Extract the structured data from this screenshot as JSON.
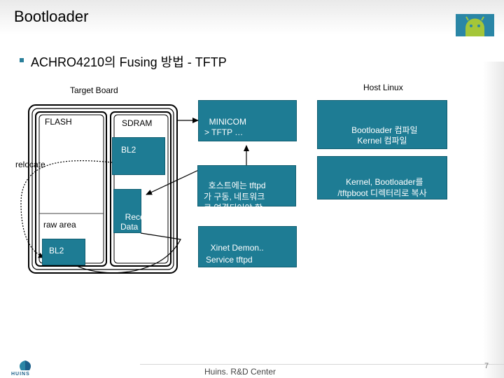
{
  "slide": {
    "title": "Bootloader",
    "subtitle": "ACHRO4210의 Fusing 방법 - TFTP",
    "footer": "Huins. R&D Center",
    "page_number": "7",
    "footer_logo_text": "HUINS"
  },
  "diagram": {
    "target_board_label": "Target Board",
    "host_linux_label": "Host Linux",
    "flash_label": "FLASH",
    "sdram_label": "SDRAM",
    "bl2_sdram_label": "BL2",
    "relocate_label": "relocate",
    "raw_area_label": "raw area",
    "bl2_flash_label": "BL2",
    "receive_data_label": "Receive\nData",
    "minicom_text": "MINICOM\n> TFTP …",
    "host_note_text": "호스트에는 tftpd\n가 구동, 네트워크\n로 연결되어야 함",
    "xinet_text": "Xinet Demon..\nService tftpd",
    "compile_text": "Bootloader 컴파일\nKernel 컴파일",
    "copy_text": "Kernel, Bootloader를\n/tftpboot 디렉터리로 복사"
  },
  "colors": {
    "box_fill": "#1e7c94",
    "accent": "#2a86a6"
  }
}
